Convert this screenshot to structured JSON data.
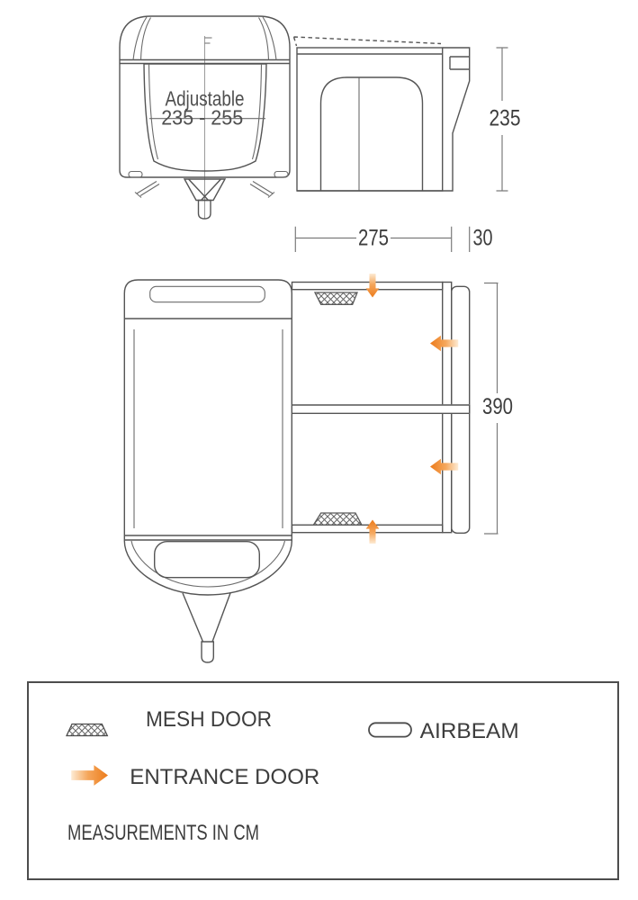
{
  "front_view": {
    "label_line1": "Adjustable",
    "label_line2": "235 - 255"
  },
  "side_view": {
    "height_label": "235",
    "depth_label": "275",
    "extension_label": "30"
  },
  "plan_view": {
    "length_label": "390"
  },
  "legend": {
    "mesh_door_label": "MESH DOOR",
    "airbeam_label": "AIRBEAM",
    "entrance_door_label": "ENTRANCE DOOR",
    "note": "MEASUREMENTS IN CM"
  },
  "colors": {
    "accent": "#ed7d1f",
    "accent_light": "#fde3c5",
    "line": "#555555",
    "text": "#3d3d3d",
    "background": "#ffffff"
  }
}
